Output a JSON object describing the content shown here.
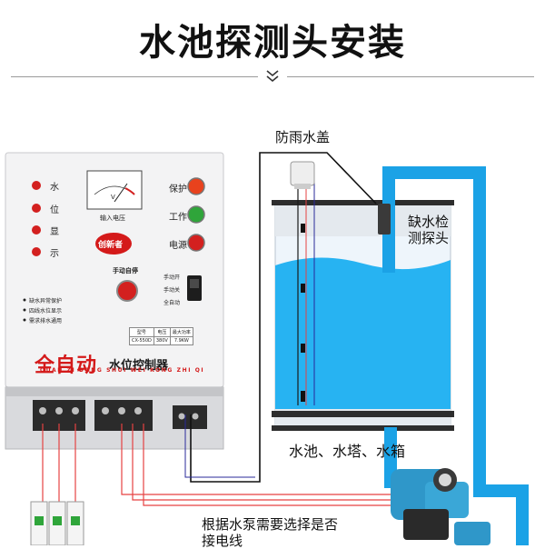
{
  "page_title": "水池探测头安装",
  "labels": {
    "rain_cover": "防雨水盖",
    "probe": "缺水检测探头",
    "tank": "水池、水塔、水箱",
    "pump_note": "根据水泵需要选择是否接电线"
  },
  "panel": {
    "side_leds": [
      "水",
      "位",
      "显",
      "示"
    ],
    "meter_caption": "输入电压",
    "meter_unit": "V",
    "status_leds": [
      {
        "label": "保护",
        "color": "#e8421d"
      },
      {
        "label": "工作",
        "color": "#2fa53a"
      },
      {
        "label": "电源",
        "color": "#d3201f"
      }
    ],
    "logo_text": "创新者",
    "manual_reset": "手动自停",
    "switch_labels": [
      "手动开",
      "手动关",
      "全自动"
    ],
    "features": [
      "缺水异常保护",
      "四线水位显示",
      "需求排水通用"
    ],
    "spec_table": {
      "headers": [
        "型号",
        "电压",
        "最大功率"
      ],
      "row": [
        "CX-550D",
        "380V",
        "7.9KW"
      ]
    },
    "brand_big": "全自动",
    "brand_small": "水位控制器",
    "brand_pinyin": "QUAN ZI DONG SHUI WEI KONG ZHI QI"
  },
  "colors": {
    "water": "#27b3f2",
    "pipe": "#1ba2e6",
    "led_red": "#d3201f",
    "brand_red": "#d41a1a",
    "panel_body": "#f3f3f4"
  },
  "icons": [
    "chevron-down-icon",
    "voltmeter-icon",
    "pump-icon",
    "breaker-icon",
    "terminal-block-icon"
  ]
}
